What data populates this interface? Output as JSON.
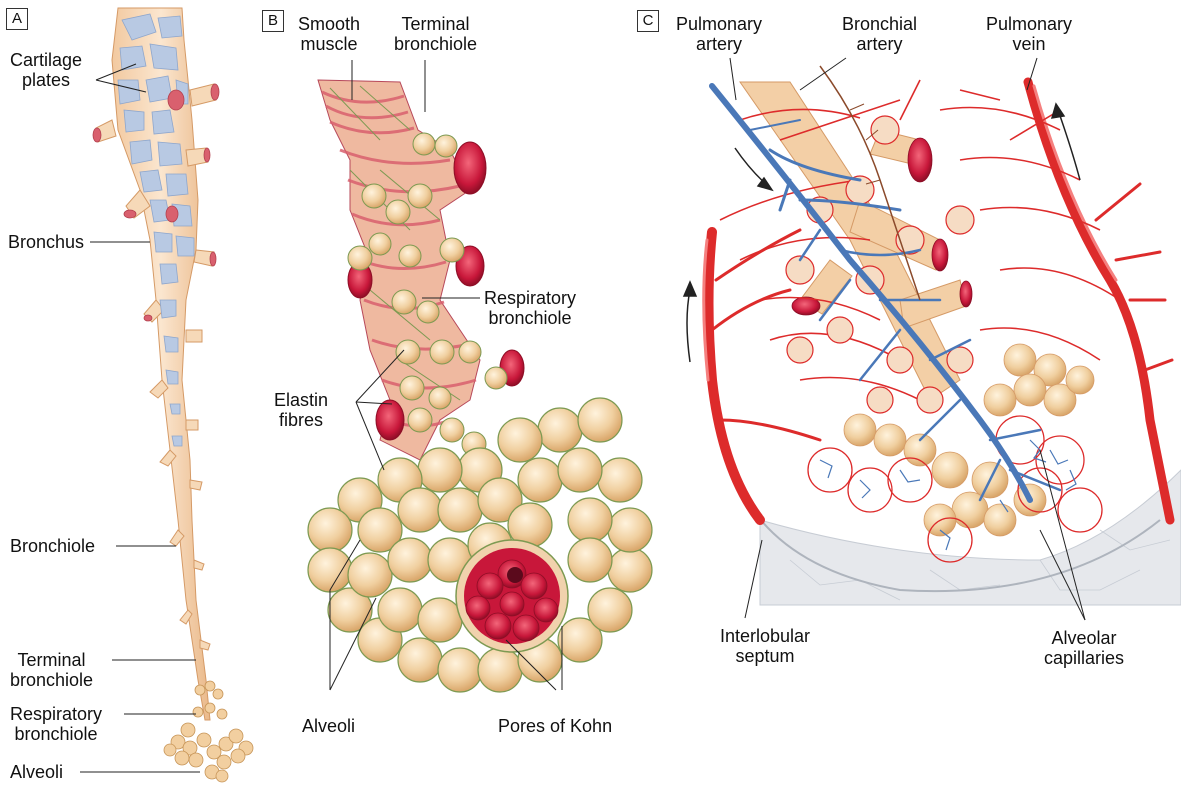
{
  "panels": [
    {
      "letter": "A",
      "labels": {
        "cartilage_plates": "Cartilage\nplates",
        "bronchus": "Bronchus",
        "bronchiole": "Bronchiole",
        "terminal_bronchiole": "Terminal\nbronchiole",
        "respiratory_bronchiole": "Respiratory\nbronchiole",
        "alveoli": "Alveoli"
      }
    },
    {
      "letter": "B",
      "labels": {
        "smooth_muscle": "Smooth\nmuscle",
        "terminal_bronchiole": "Terminal\nbronchiole",
        "respiratory_bronchiole": "Respiratory\nbronchiole",
        "elastin_fibres": "Elastin\nfibres",
        "alveoli": "Alveoli",
        "pores_of_kohn": "Pores of Kohn"
      }
    },
    {
      "letter": "C",
      "labels": {
        "pulmonary_artery": "Pulmonary\nartery",
        "bronchial_artery": "Bronchial\nartery",
        "pulmonary_vein": "Pulmonary\nvein",
        "interlobular_septum": "Interlobular\nseptum",
        "alveolar_capillaries": "Alveolar\ncapillaries"
      }
    }
  ],
  "colors": {
    "airway": "#f6d9b8",
    "cartilage": "#b8c9e3",
    "alveolus": "#e8c08e",
    "elastin": "#7d9a52",
    "muscle": "#d9606e",
    "vessel_red": "#dd2b2b",
    "vessel_blue": "#4a78b8",
    "septum_tissue": "#e6e8ec"
  }
}
